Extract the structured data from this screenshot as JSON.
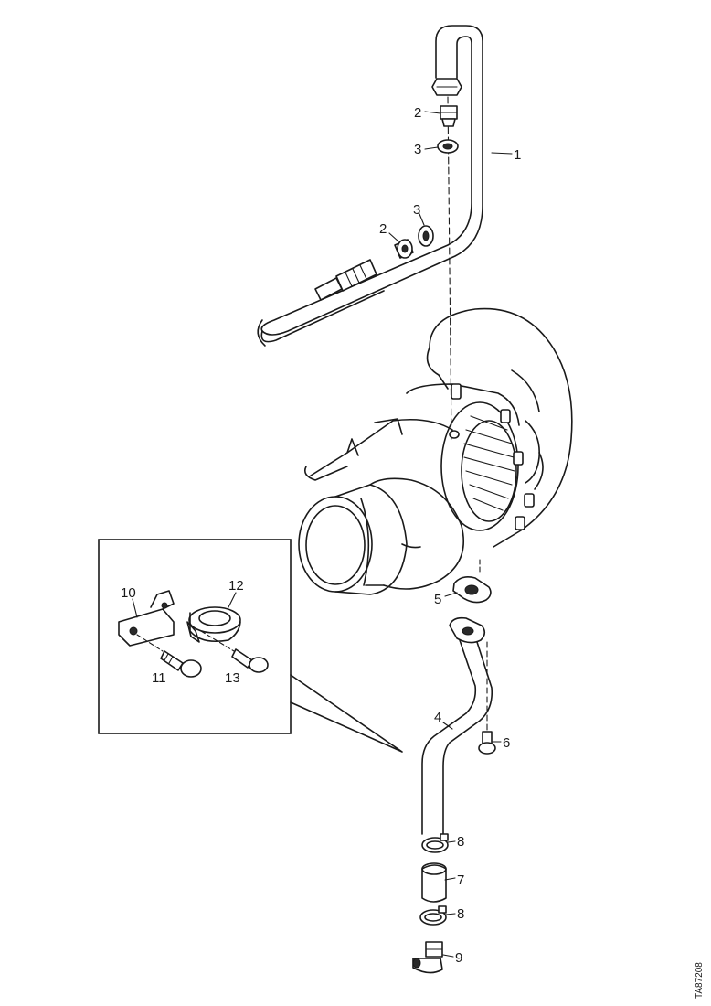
{
  "callouts": {
    "c1": "1",
    "c2a": "2",
    "c3a": "3",
    "c2b": "2",
    "c3b": "3",
    "c4": "4",
    "c5": "5",
    "c6": "6",
    "c7": "7",
    "c8a": "8",
    "c8b": "8",
    "c9": "9",
    "c10": "10",
    "c11": "11",
    "c12": "12",
    "c13": "13"
  },
  "reference_code": "TA87208"
}
